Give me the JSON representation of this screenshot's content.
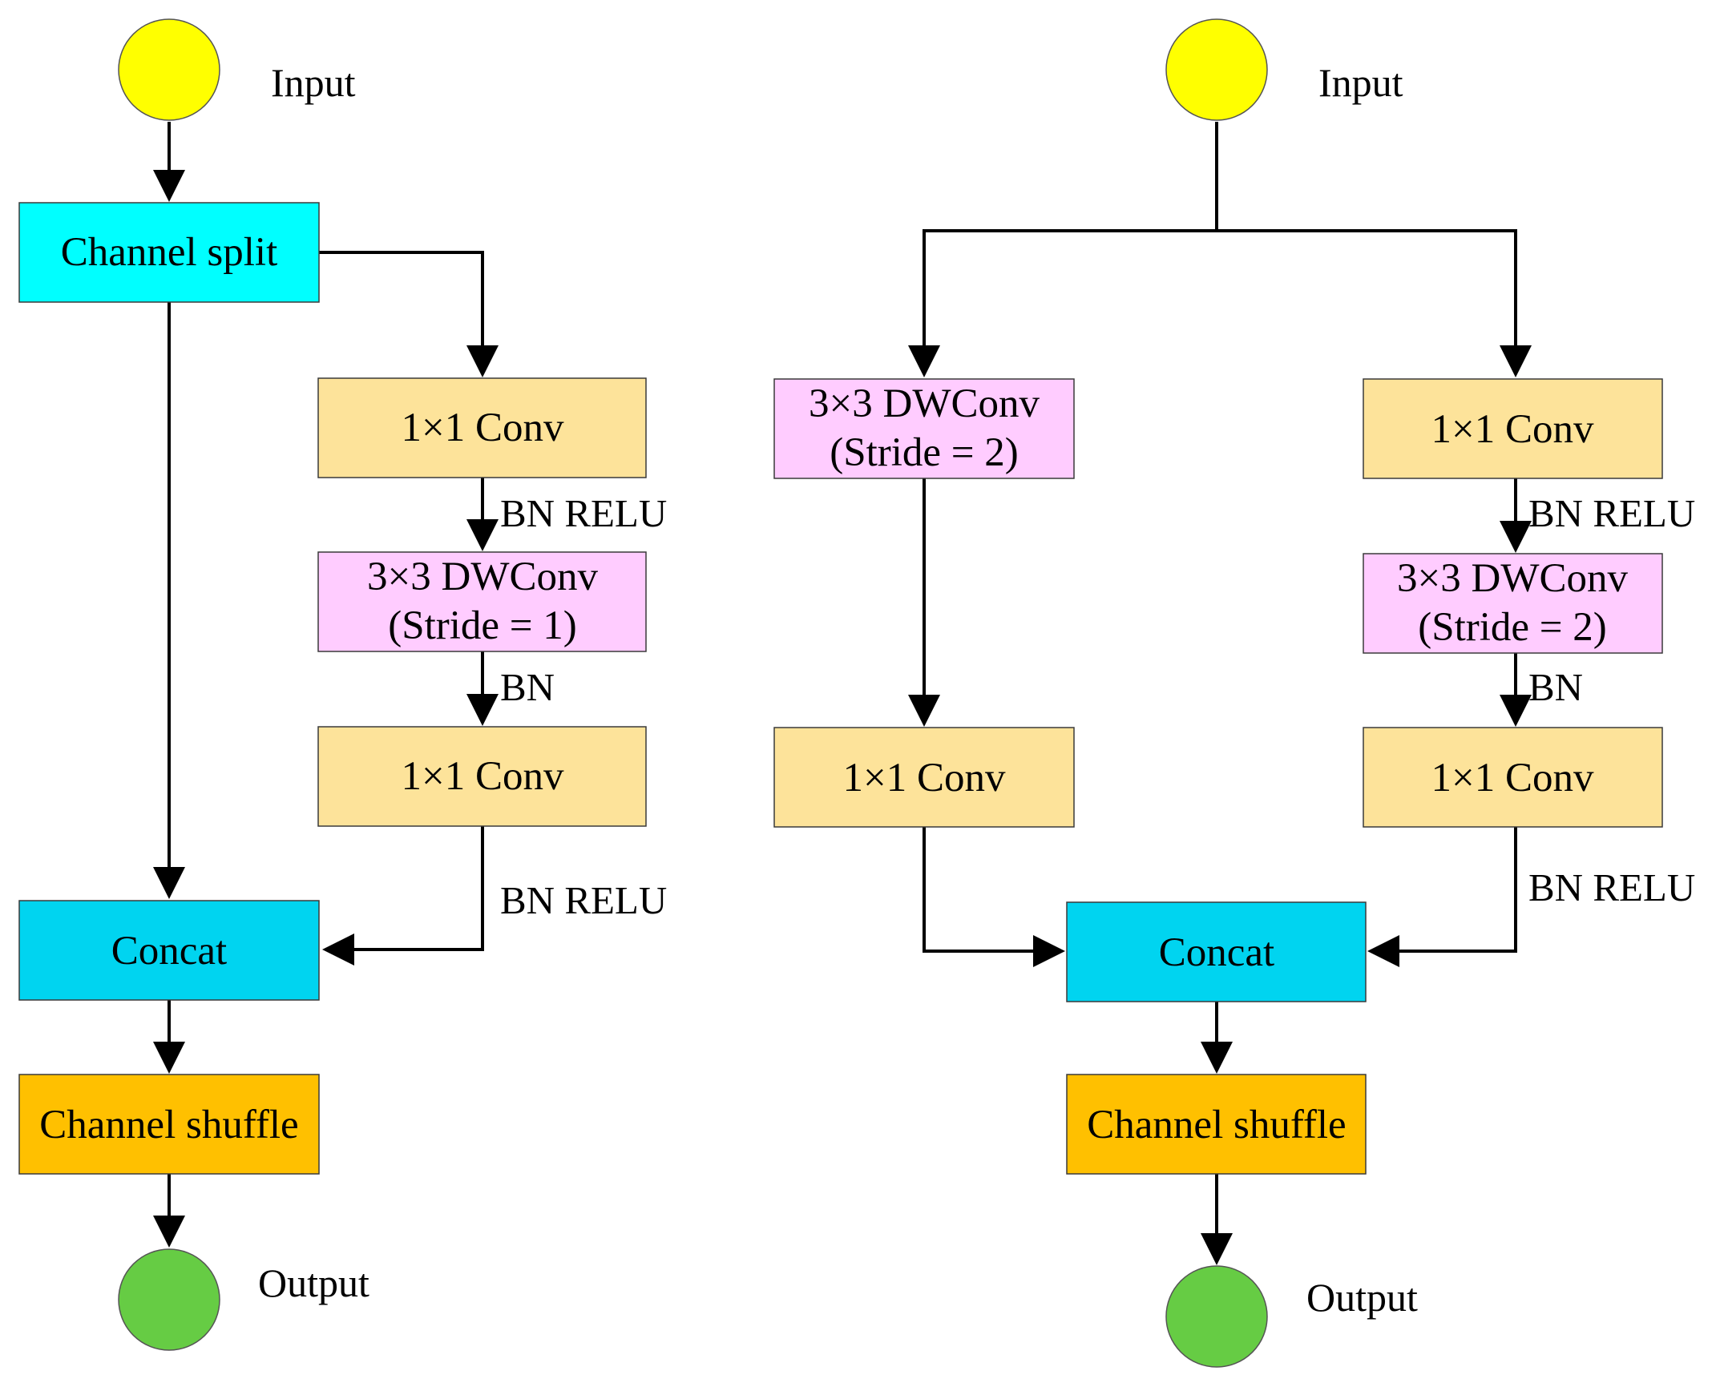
{
  "colors": {
    "input": "#FFFF00",
    "output": "#66CC44",
    "channel_split": "#00FFFF",
    "concat": "#00D4F0",
    "channel_shuffle": "#FFC000",
    "conv": "#FDE39A",
    "dwconv": "#FFCCFF"
  },
  "left": {
    "input_label": "Input",
    "channel_split": "Channel split",
    "conv1": "1×1 Conv",
    "label_bn_relu_1": "BN RELU",
    "dwconv_line1": "3×3 DWConv",
    "dwconv_line2": "(Stride = 1)",
    "label_bn": "BN",
    "conv2": "1×1 Conv",
    "label_bn_relu_2": "BN RELU",
    "concat": "Concat",
    "channel_shuffle": "Channel shuffle",
    "output_label": "Output"
  },
  "right": {
    "input_label": "Input",
    "dwconv_a_line1": "3×3 DWConv",
    "dwconv_a_line2": "(Stride = 2)",
    "conv_a": "1×1 Conv",
    "conv_b1": "1×1 Conv",
    "label_bn_relu_1": "BN RELU",
    "dwconv_b_line1": "3×3 DWConv",
    "dwconv_b_line2": "(Stride = 2)",
    "label_bn": "BN",
    "conv_b2": "1×1 Conv",
    "label_bn_relu_2": "BN RELU",
    "concat": "Concat",
    "channel_shuffle": "Channel shuffle",
    "output_label": "Output"
  }
}
